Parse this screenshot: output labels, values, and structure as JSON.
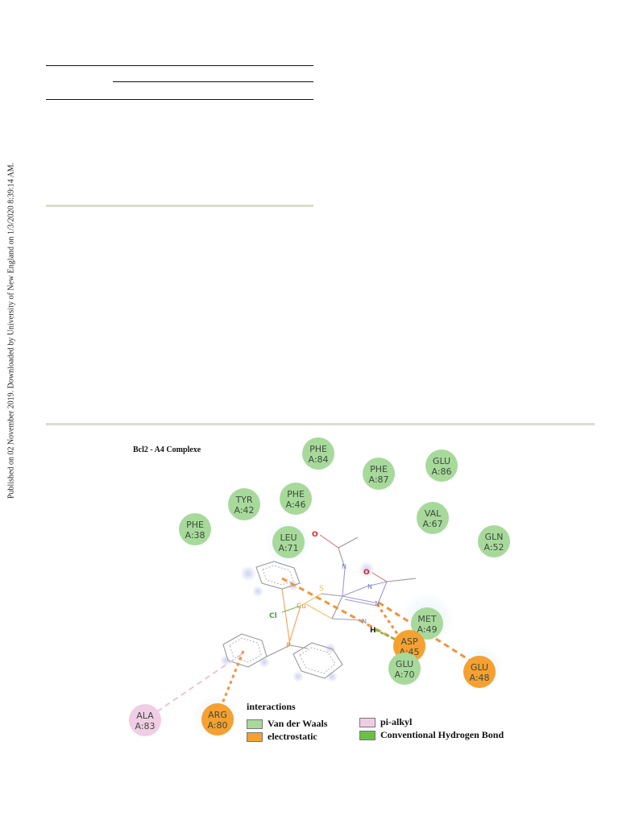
{
  "side_note": "Published on 02 November 2019. Downloaded by University of New England on 1/3/2020 8:39:14 AM.",
  "figure": {
    "title": "Bcl2 - A4 Complexe",
    "residues": [
      {
        "id": "phe84",
        "line1": "PHE",
        "line2": "A:84",
        "kind": "vdw"
      },
      {
        "id": "glu86",
        "line1": "GLU",
        "line2": "A:86",
        "kind": "vdw"
      },
      {
        "id": "phe87",
        "line1": "PHE",
        "line2": "A:87",
        "kind": "vdw"
      },
      {
        "id": "tyr42",
        "line1": "TYR",
        "line2": "A:42",
        "kind": "vdw"
      },
      {
        "id": "phe46",
        "line1": "PHE",
        "line2": "A:46",
        "kind": "vdw"
      },
      {
        "id": "val67",
        "line1": "VAL",
        "line2": "A:67",
        "kind": "vdw"
      },
      {
        "id": "phe38",
        "line1": "PHE",
        "line2": "A:38",
        "kind": "vdw"
      },
      {
        "id": "gln52",
        "line1": "GLN",
        "line2": "A:52",
        "kind": "vdw"
      },
      {
        "id": "leu71",
        "line1": "LEU",
        "line2": "A:71",
        "kind": "vdw"
      },
      {
        "id": "met49",
        "line1": "MET",
        "line2": "A:49",
        "kind": "vdw"
      },
      {
        "id": "asp45",
        "line1": "ASP",
        "line2": "A:45",
        "kind": "elec"
      },
      {
        "id": "glu70",
        "line1": "GLU",
        "line2": "A:70",
        "kind": "vdw"
      },
      {
        "id": "glu48",
        "line1": "GLU",
        "line2": "A:48",
        "kind": "elec"
      },
      {
        "id": "ala83",
        "line1": "ALA",
        "line2": "A:83",
        "kind": "pialkyl"
      },
      {
        "id": "arg80",
        "line1": "ARG",
        "line2": "A:80",
        "kind": "elec"
      }
    ],
    "atoms": {
      "o1": "O",
      "o2": "O",
      "cl": "Cl",
      "cu": "Cu",
      "h": "H",
      "s": "S",
      "n1": "N",
      "n2": "N",
      "n3": "N",
      "n4": "N",
      "p": "P"
    },
    "legend": {
      "title": "interactions",
      "items": [
        {
          "label": "Van der Waals",
          "color": "#a7d99b"
        },
        {
          "label": "electrostatic",
          "color": "#f5a030"
        },
        {
          "label": "pi-alkyl",
          "color": "#f0cde4"
        },
        {
          "label": "Conventional Hydrogen Bond",
          "color": "#6cbf45"
        }
      ]
    },
    "colors": {
      "vdw": "#a7d99b",
      "elec": "#f5a030",
      "pialkyl": "#f0cde4",
      "hbond": "#6cbf45"
    }
  }
}
